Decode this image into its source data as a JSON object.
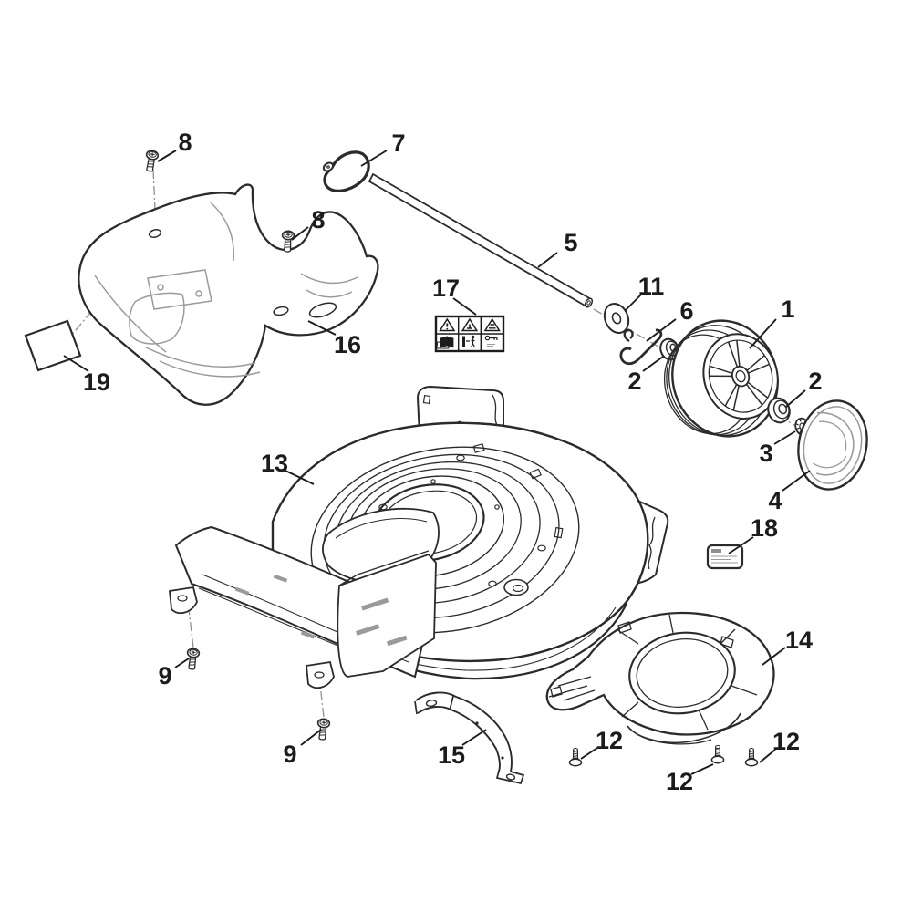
{
  "figure": {
    "kind": "exploded-parts-diagram",
    "background": "#ffffff"
  },
  "colors": {
    "outline": "#2b2b2b",
    "detail_gray": "#9a9a9a",
    "centerline_gray": "#8f8f8f",
    "text": "#1c1c1c"
  },
  "callouts": [
    {
      "id": "callout-8-top",
      "num": "8"
    },
    {
      "id": "callout-7",
      "num": "7"
    },
    {
      "id": "callout-8-mid",
      "num": "8"
    },
    {
      "id": "callout-5",
      "num": "5"
    },
    {
      "id": "callout-16",
      "num": "16"
    },
    {
      "id": "callout-19",
      "num": "19"
    },
    {
      "id": "callout-17",
      "num": "17"
    },
    {
      "id": "callout-11",
      "num": "11"
    },
    {
      "id": "callout-6",
      "num": "6"
    },
    {
      "id": "callout-2-left",
      "num": "2"
    },
    {
      "id": "callout-1",
      "num": "1"
    },
    {
      "id": "callout-2-right",
      "num": "2"
    },
    {
      "id": "callout-3",
      "num": "3"
    },
    {
      "id": "callout-4",
      "num": "4"
    },
    {
      "id": "callout-13",
      "num": "13"
    },
    {
      "id": "callout-18",
      "num": "18"
    },
    {
      "id": "callout-9-left",
      "num": "9"
    },
    {
      "id": "callout-9-bottom",
      "num": "9"
    },
    {
      "id": "callout-15",
      "num": "15"
    },
    {
      "id": "callout-14",
      "num": "14"
    },
    {
      "id": "callout-12-left",
      "num": "12"
    },
    {
      "id": "callout-12-mid",
      "num": "12"
    },
    {
      "id": "callout-12-right",
      "num": "12"
    }
  ],
  "safety_label_17": {
    "grid": "2x3",
    "cells": [
      "warning-triangle-icon",
      "warning-blade-hazard-icon",
      "warning-thrown-objects-icon",
      "read-manual-icon",
      "keep-bystanders-away-icon",
      "remove-key-before-service-icon"
    ]
  },
  "stickers": {
    "sticker_18": "small-info-label-illegible-text",
    "sticker_19": "blank-label"
  }
}
